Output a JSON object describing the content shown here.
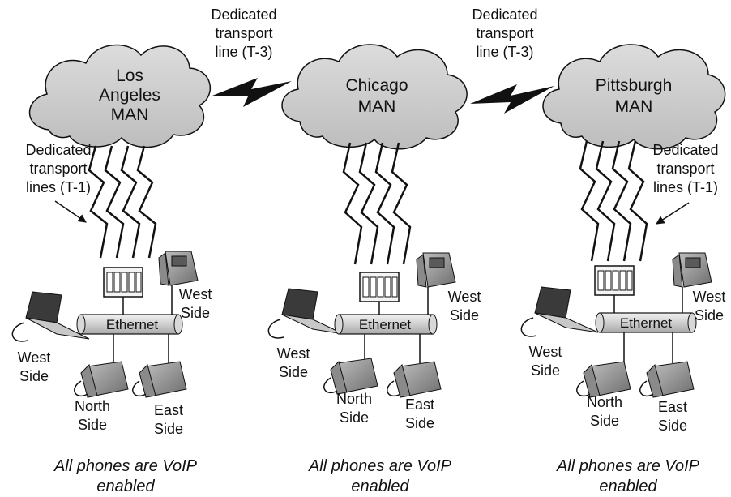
{
  "links": [
    {
      "label_lines": [
        "Dedicated",
        "transport",
        "line (T-3)"
      ]
    },
    {
      "label_lines": [
        "Dedicated",
        "transport",
        "line (T-3)"
      ]
    }
  ],
  "sites": [
    {
      "cloud_lines": [
        "Los",
        "Angeles",
        "MAN"
      ],
      "t1_lines": [
        "Dedicated",
        "transport",
        "lines (T-1)"
      ],
      "ethernet": "Ethernet",
      "west_phone": [
        "West",
        "Side"
      ],
      "west_laptop": [
        "West",
        "Side"
      ],
      "north": [
        "North",
        "Side"
      ],
      "east": [
        "East",
        "Side"
      ],
      "footer": [
        "All phones are VoIP",
        "enabled"
      ]
    },
    {
      "cloud_lines": [
        "Chicago",
        "MAN"
      ],
      "ethernet": "Ethernet",
      "west_phone": [
        "West",
        "Side"
      ],
      "west_laptop": [
        "West",
        "Side"
      ],
      "north": [
        "North",
        "Side"
      ],
      "east": [
        "East",
        "Side"
      ],
      "footer": [
        "All phones are VoIP",
        "enabled"
      ]
    },
    {
      "cloud_lines": [
        "Pittsburgh",
        "MAN"
      ],
      "t1_lines": [
        "Dedicated",
        "transport",
        "lines (T-1)"
      ],
      "ethernet": "Ethernet",
      "west_phone": [
        "West",
        "Side"
      ],
      "west_laptop": [
        "West",
        "Side"
      ],
      "north": [
        "North",
        "Side"
      ],
      "east": [
        "East",
        "Side"
      ],
      "footer": [
        "All phones are VoIP",
        "enabled"
      ]
    }
  ]
}
